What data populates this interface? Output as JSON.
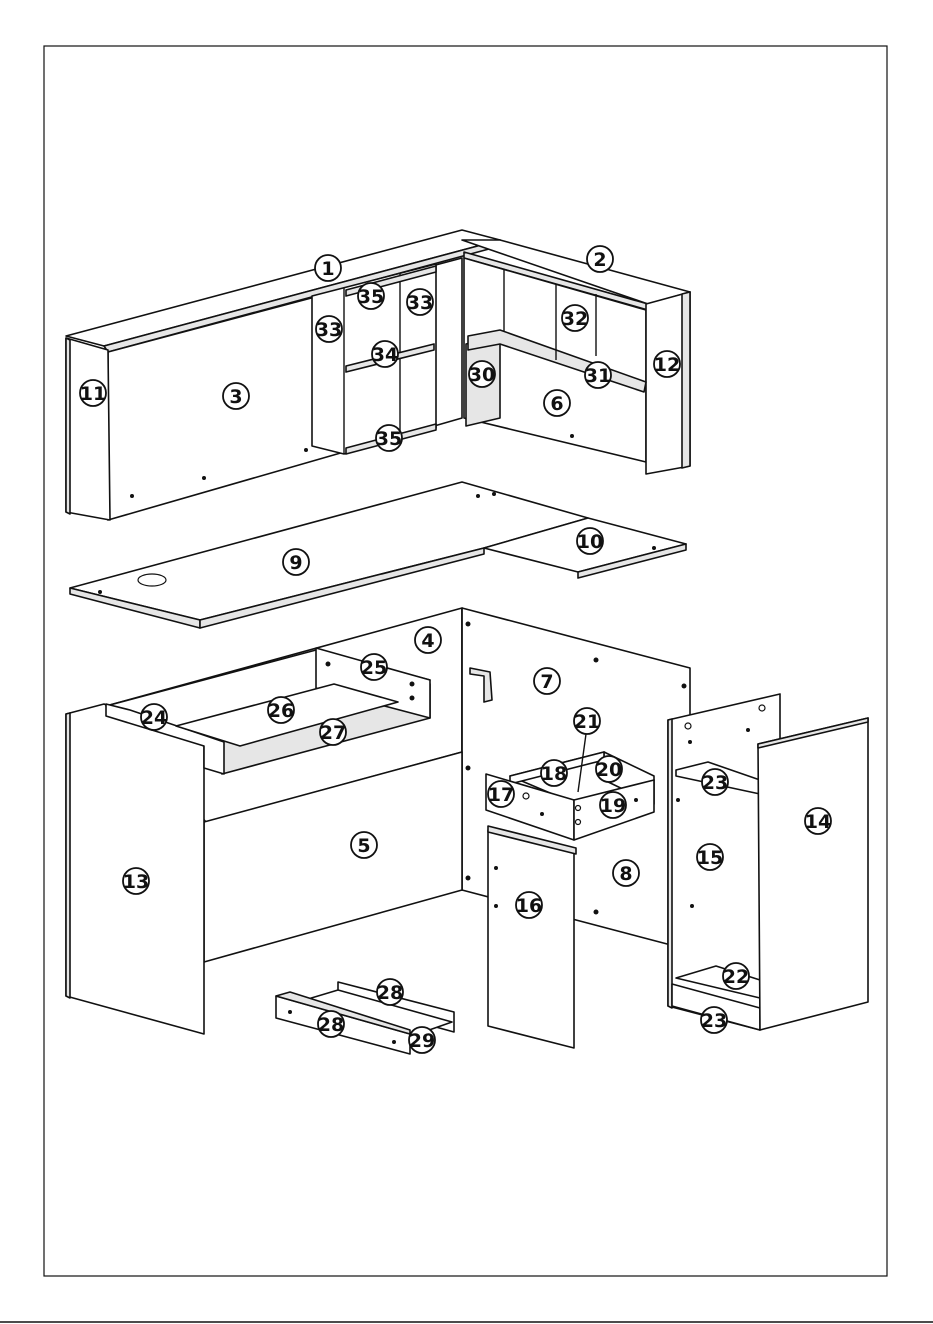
{
  "parts": [
    {
      "id": "p1",
      "label": "1"
    },
    {
      "id": "p2",
      "label": "2"
    },
    {
      "id": "p3",
      "label": "3"
    },
    {
      "id": "p4",
      "label": "4"
    },
    {
      "id": "p5",
      "label": "5"
    },
    {
      "id": "p6",
      "label": "6"
    },
    {
      "id": "p7",
      "label": "7"
    },
    {
      "id": "p8",
      "label": "8"
    },
    {
      "id": "p9",
      "label": "9"
    },
    {
      "id": "p10",
      "label": "10"
    },
    {
      "id": "p11",
      "label": "11"
    },
    {
      "id": "p12",
      "label": "12"
    },
    {
      "id": "p13",
      "label": "13"
    },
    {
      "id": "p14",
      "label": "14"
    },
    {
      "id": "p15",
      "label": "15"
    },
    {
      "id": "p16",
      "label": "16"
    },
    {
      "id": "p17",
      "label": "17"
    },
    {
      "id": "p18",
      "label": "18"
    },
    {
      "id": "p19",
      "label": "19"
    },
    {
      "id": "p20",
      "label": "20"
    },
    {
      "id": "p21",
      "label": "21"
    },
    {
      "id": "p22",
      "label": "22"
    },
    {
      "id": "p23a",
      "label": "23"
    },
    {
      "id": "p23b",
      "label": "23"
    },
    {
      "id": "p24",
      "label": "24"
    },
    {
      "id": "p25",
      "label": "25"
    },
    {
      "id": "p26",
      "label": "26"
    },
    {
      "id": "p27",
      "label": "27"
    },
    {
      "id": "p28a",
      "label": "28"
    },
    {
      "id": "p28b",
      "label": "28"
    },
    {
      "id": "p29",
      "label": "29"
    },
    {
      "id": "p30",
      "label": "30"
    },
    {
      "id": "p31",
      "label": "31"
    },
    {
      "id": "p32",
      "label": "32"
    },
    {
      "id": "p33a",
      "label": "33"
    },
    {
      "id": "p33b",
      "label": "33"
    },
    {
      "id": "p34",
      "label": "34"
    },
    {
      "id": "p35a",
      "label": "35"
    },
    {
      "id": "p35b",
      "label": "35"
    }
  ]
}
